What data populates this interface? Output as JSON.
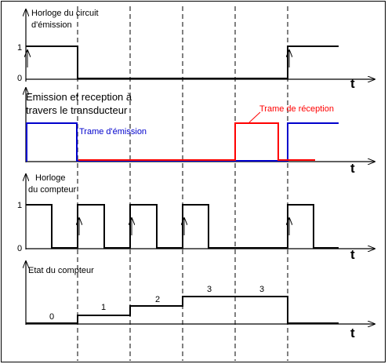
{
  "colors": {
    "line": "#000000",
    "emission": "#0000cc",
    "reception": "#ff0000"
  },
  "panels": {
    "clock_emission": {
      "title_lines": [
        "Horloge du circuit",
        "d'émission"
      ],
      "level_high": "1",
      "level_low": "0",
      "axis_label": "t"
    },
    "transducer": {
      "title_lines": [
        "Emission et reception à",
        "travers le transducteur"
      ],
      "emission_label": "Trame d'émission",
      "reception_label": "Trame de réception",
      "axis_label": "t"
    },
    "counter_clock": {
      "title_lines": [
        "Horloge",
        "du compteur"
      ],
      "level_high": "1",
      "level_low": "0",
      "axis_label": "t"
    },
    "counter_state": {
      "title_lines": [
        "Etat du compteur"
      ],
      "values": [
        "0",
        "1",
        "2",
        "3",
        "3"
      ],
      "axis_label": "t"
    }
  }
}
